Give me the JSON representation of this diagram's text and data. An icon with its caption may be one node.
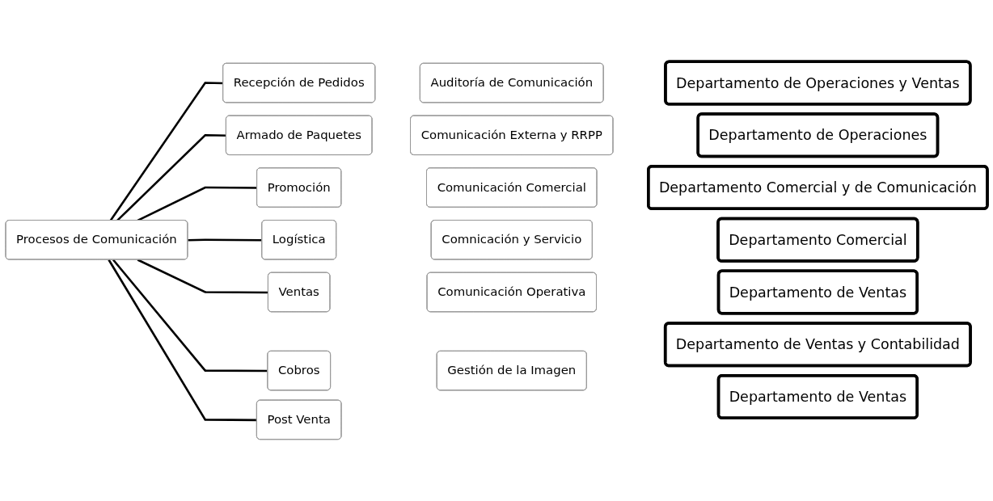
{
  "diagram": {
    "nodes": [
      {
        "text": [
          "Procesos de Comunicación"
        ]
      },
      {
        "text": [
          "Recepción de Pedidos"
        ]
      },
      {
        "text": [
          "Armado de Paquetes"
        ]
      },
      {
        "text": [
          "Promoción"
        ]
      },
      {
        "text": [
          "Logística"
        ]
      },
      {
        "text": [
          "Ventas"
        ]
      },
      {
        "text": [
          "Cobros"
        ]
      },
      {
        "text": [
          "Post Venta"
        ]
      },
      {
        "text": [
          "Auditoría de Comunicación"
        ]
      },
      {
        "text": [
          "Comunicación Externa y RRPP"
        ]
      },
      {
        "text": [
          "Comunicación Comercial"
        ]
      },
      {
        "text": [
          "Comnicación y Servicio"
        ]
      },
      {
        "text": [
          "Comunicación Operativa"
        ]
      },
      {
        "text": [
          "Gestión de la Imagen"
        ]
      },
      {
        "text": [
          "Departamento de Operaciones y Ventas"
        ]
      },
      {
        "text": [
          "Departamento de Operaciones"
        ]
      },
      {
        "text": [
          "Departamento Comercial y de Comunicación"
        ]
      },
      {
        "text": [
          "Departamento Comercial"
        ]
      },
      {
        "text": [
          "Departamento de Ventas"
        ]
      },
      {
        "text": [
          "Departamento de Ventas y Contabilidad"
        ]
      },
      {
        "text": [
          "Departamento de Ventas"
        ]
      }
    ],
    "edges": [
      {
        "from": 0,
        "to": 1,
        "arrow": "none"
      },
      {
        "from": 0,
        "to": 2,
        "arrow": "none"
      },
      {
        "from": 0,
        "to": 3,
        "arrow": "none"
      },
      {
        "from": 0,
        "to": 4,
        "arrow": "none"
      },
      {
        "from": 0,
        "to": 5,
        "arrow": "none"
      },
      {
        "from": 0,
        "to": 6,
        "arrow": "none"
      },
      {
        "from": 0,
        "to": 7,
        "arrow": "none"
      }
    ]
  }
}
